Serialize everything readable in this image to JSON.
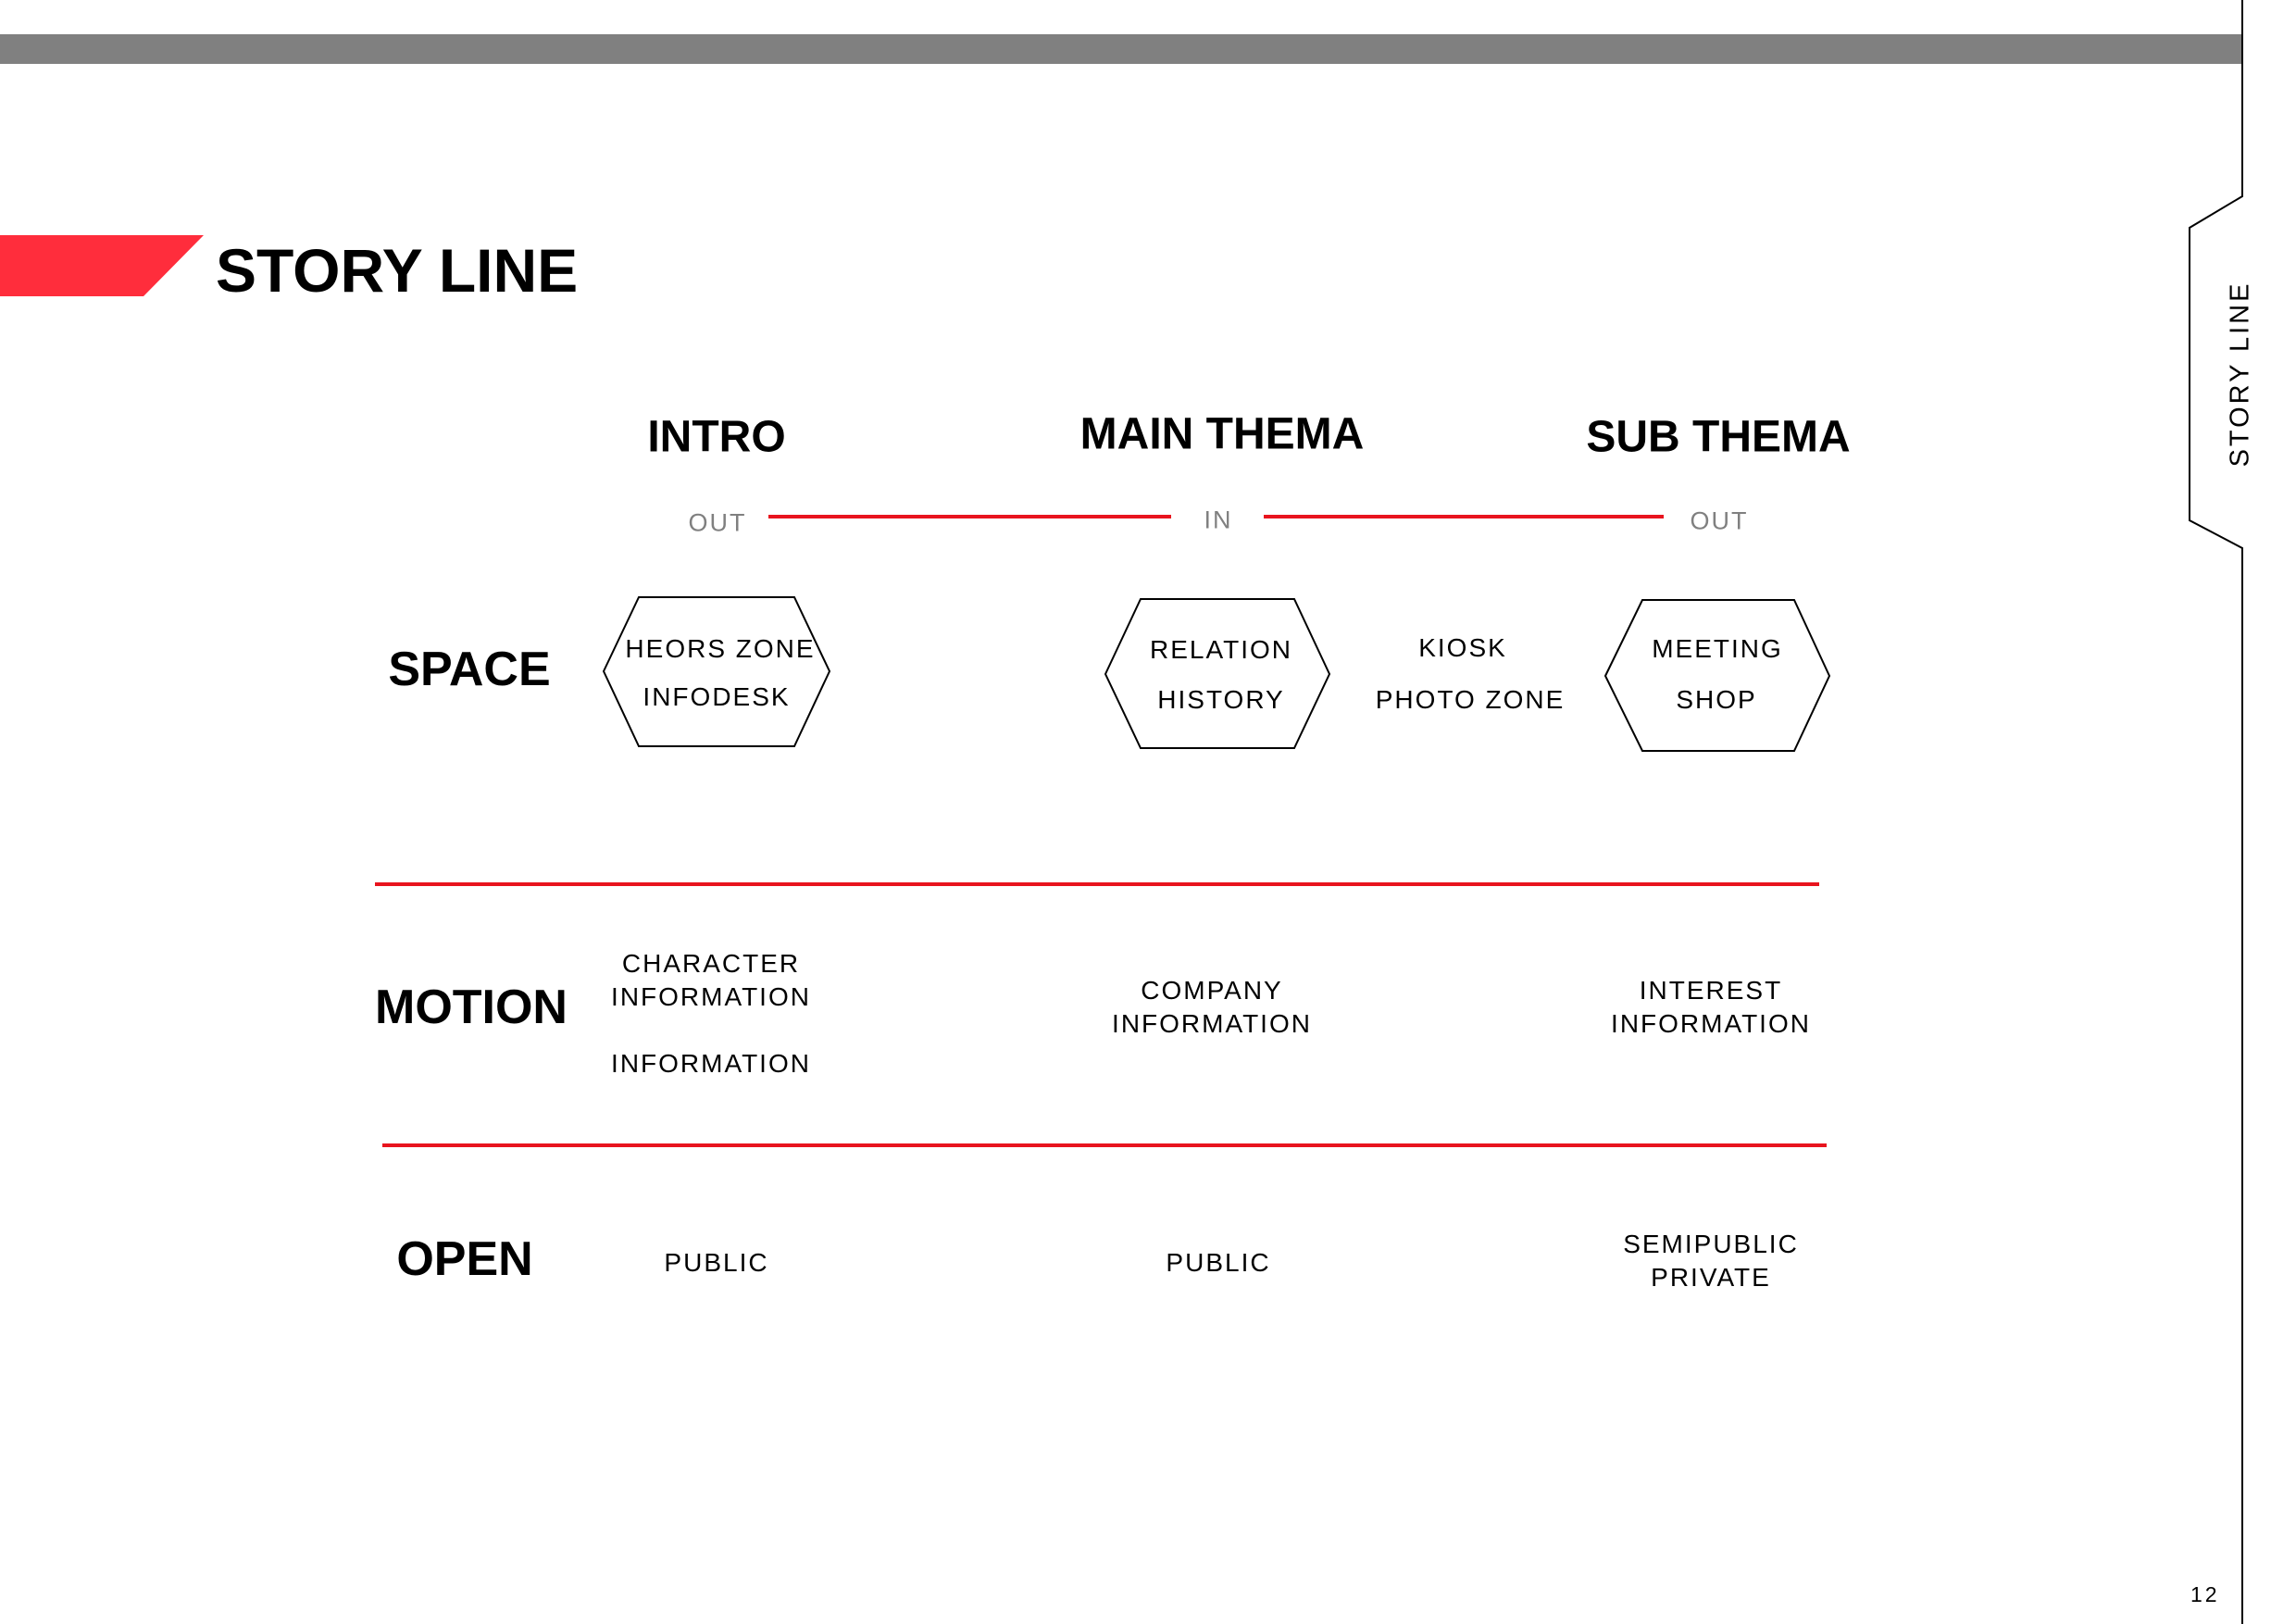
{
  "page": {
    "title": "STORY LINE",
    "side_tab": "STORY LINE",
    "page_number": "12",
    "colors": {
      "accent": "#ff2d3c",
      "rule": "#e8141e",
      "top_bar": "#808080",
      "muted_text": "#808080"
    }
  },
  "columns": {
    "intro": "INTRO",
    "main": "MAIN THEMA",
    "sub": "SUB THEMA"
  },
  "flow": {
    "intro": "OUT",
    "main": "IN",
    "sub": "OUT"
  },
  "rows": {
    "space": "SPACE",
    "motion": "MOTION",
    "open": "OPEN"
  },
  "space": {
    "intro": {
      "line1": "HEORS ZONE",
      "line2": "INFODESK"
    },
    "main": {
      "line1": "RELATION",
      "line2": "HISTORY"
    },
    "extra": {
      "line1": "KIOSK",
      "line2": "PHOTO ZONE"
    },
    "sub": {
      "line1": "MEETING",
      "line2": "SHOP"
    }
  },
  "motion": {
    "intro": {
      "line1": "CHARACTER",
      "line2": "INFORMATION",
      "line3": "INFORMATION"
    },
    "main": {
      "line1": "COMPANY",
      "line2": "INFORMATION"
    },
    "sub": {
      "line1": "INTEREST",
      "line2": "INFORMATION"
    }
  },
  "open": {
    "intro": "PUBLIC",
    "main": "PUBLIC",
    "sub": {
      "line1": "SEMIPUBLIC",
      "line2": "PRIVATE"
    }
  }
}
